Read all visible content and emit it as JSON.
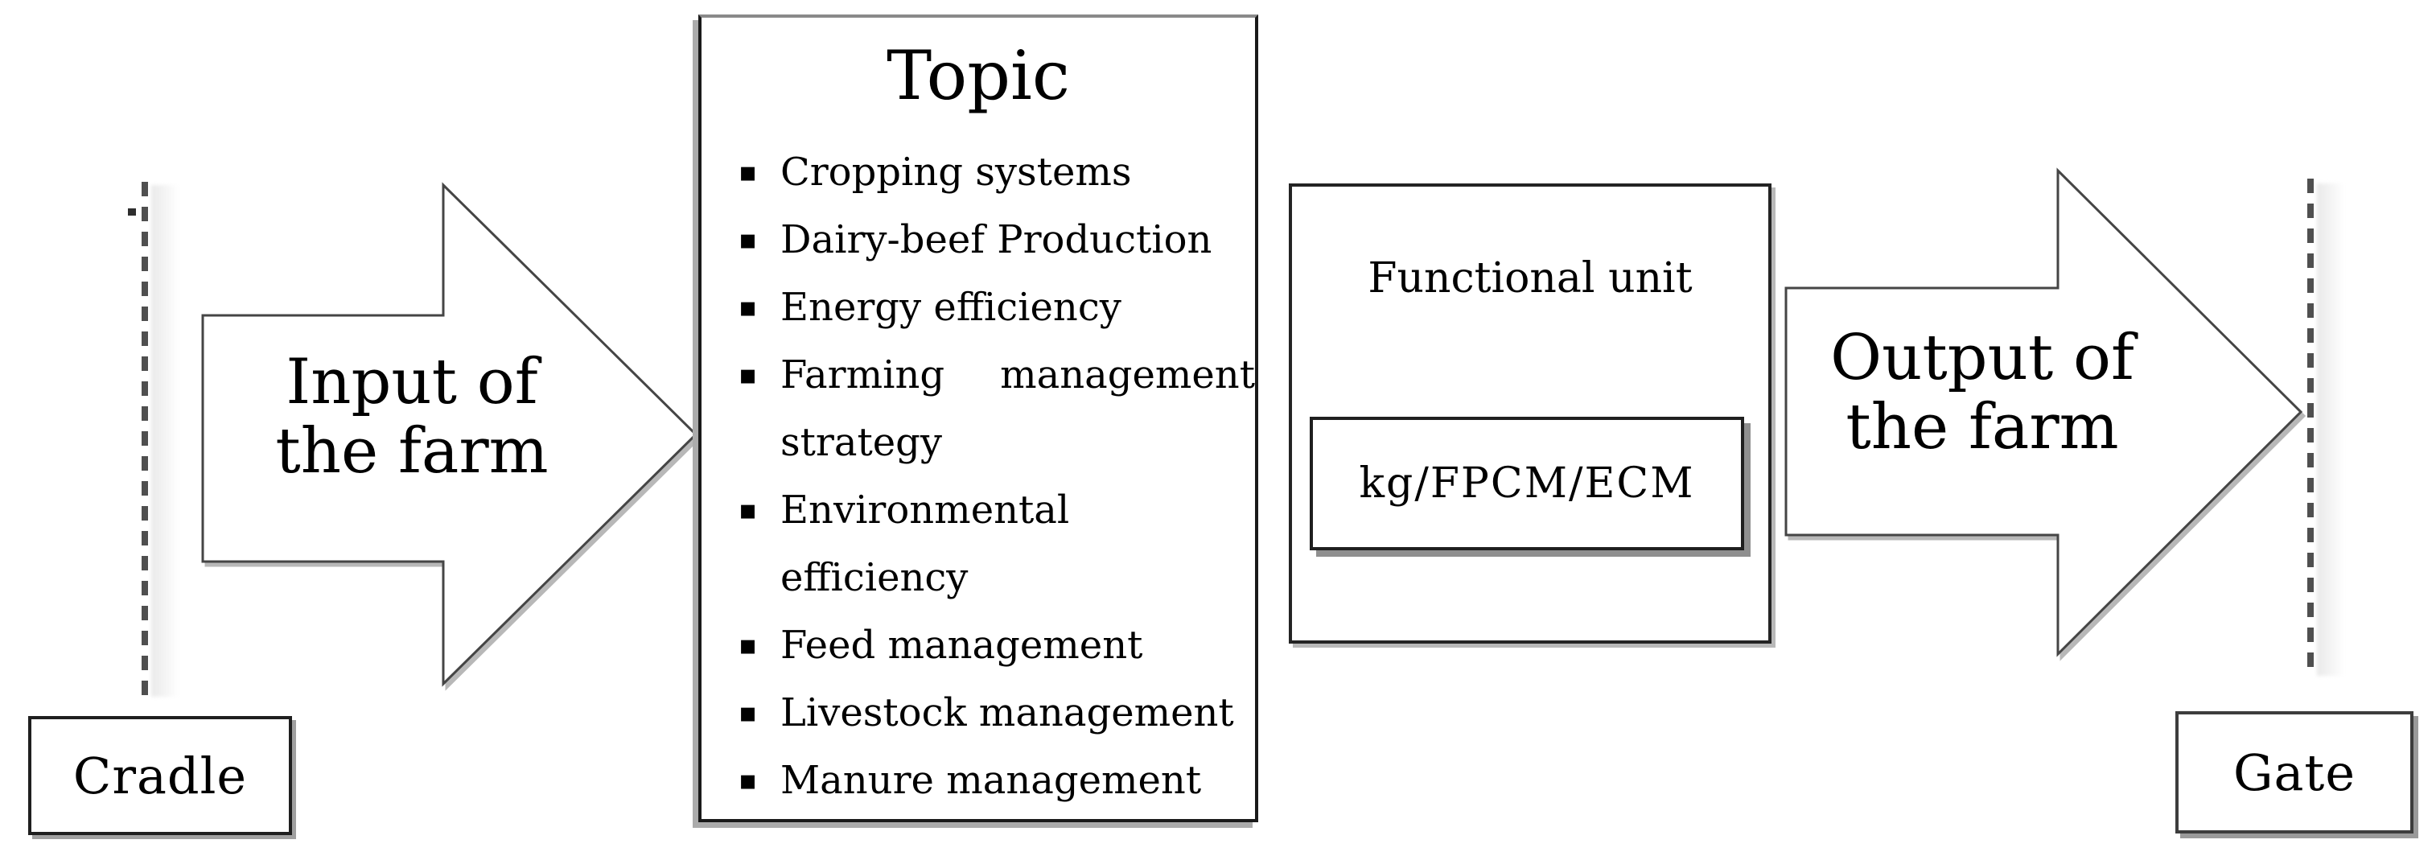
{
  "diagram": {
    "boundary_start": {
      "label": "Cradle"
    },
    "boundary_end": {
      "label": "Gate"
    },
    "input_arrow": {
      "line1": "Input of",
      "line2": "the farm"
    },
    "output_arrow": {
      "line1": "Output of",
      "line2": "the farm"
    },
    "topic": {
      "title": "Topic",
      "bullet_glyph": "▪",
      "items": [
        "Cropping systems",
        "Dairy-beef Production",
        "Energy efficiency",
        "Farming management strategy",
        "Environmental efficiency",
        "Feed management",
        "Livestock management",
        "Manure management"
      ]
    },
    "functional_unit": {
      "title": "Functional unit",
      "value": "kg/FPCM/ECM"
    },
    "colors": {
      "background": "#ffffff",
      "text": "#000000",
      "box_border": "#1f1f1f",
      "arrow_outline": "#454545",
      "dash_line": "#4f4f4f",
      "shadow": "#a6a6a6"
    }
  }
}
